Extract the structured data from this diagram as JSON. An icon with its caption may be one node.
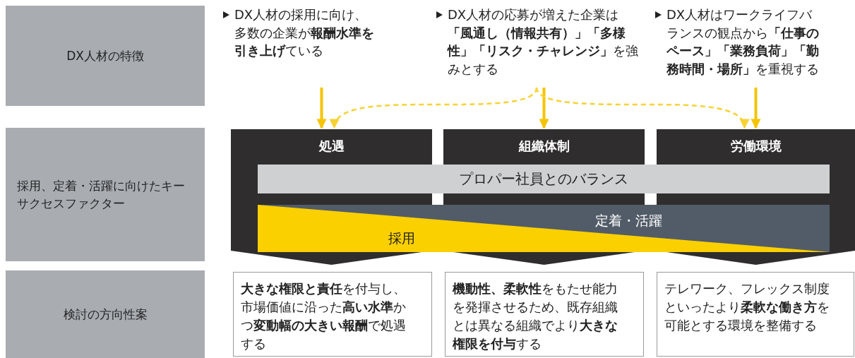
{
  "diagram": {
    "nodes": [
      {
        "text": [
          "DX人材の特徴"
        ]
      },
      {
        "text": [
          "採用、定着・活躍に向けたキーサクセスファクター"
        ]
      },
      {
        "text": [
          "検討の方向性案"
        ]
      },
      {
        "text": [
          "DX人材の採用に向け、多数の企業が**報酬水準を引き上げ**ている"
        ]
      },
      {
        "text": [
          "DX人材の応募が増えた企業は**「風通し（情報共有）」「多様性」「リスク・チャレンジ」**を強みとする"
        ]
      },
      {
        "text": [
          "DX人材はワークライフバランスの観点から**「仕事のペース」「業務負荷」「勤務時間・場所」**を重視する"
        ]
      },
      {
        "text": [
          "処遇"
        ]
      },
      {
        "text": [
          "組織体制"
        ]
      },
      {
        "text": [
          "労働環境"
        ]
      },
      {
        "text": [
          "プロパー社員とのバランス"
        ]
      },
      {
        "text": [
          "採用",
          "定着・活躍"
        ]
      },
      {
        "text": [
          "**大きな権限と責任**を付与し、市場価値に沿った**高い水準**かつ**変動幅の大きい報酬**で処遇する"
        ]
      },
      {
        "text": [
          "**機動性、柔軟性**をもたせ能力を発揮させるため、既存組織とは異なる組織でより**大きな権限を付与**する"
        ]
      },
      {
        "text": [
          "テレワーク、フレックス制度といったより**柔軟な働き方**を可能とする環境を整備する"
        ]
      }
    ],
    "edges": [
      {
        "from": 3,
        "to": 6,
        "arrow": "to"
      },
      {
        "from": 4,
        "to": 7,
        "arrow": "to"
      },
      {
        "from": 5,
        "to": 8,
        "arrow": "to"
      },
      {
        "from": 4,
        "to": 6,
        "arrow": "to",
        "style": "dashed"
      },
      {
        "from": 4,
        "to": 8,
        "arrow": "to",
        "style": "dashed"
      }
    ]
  }
}
